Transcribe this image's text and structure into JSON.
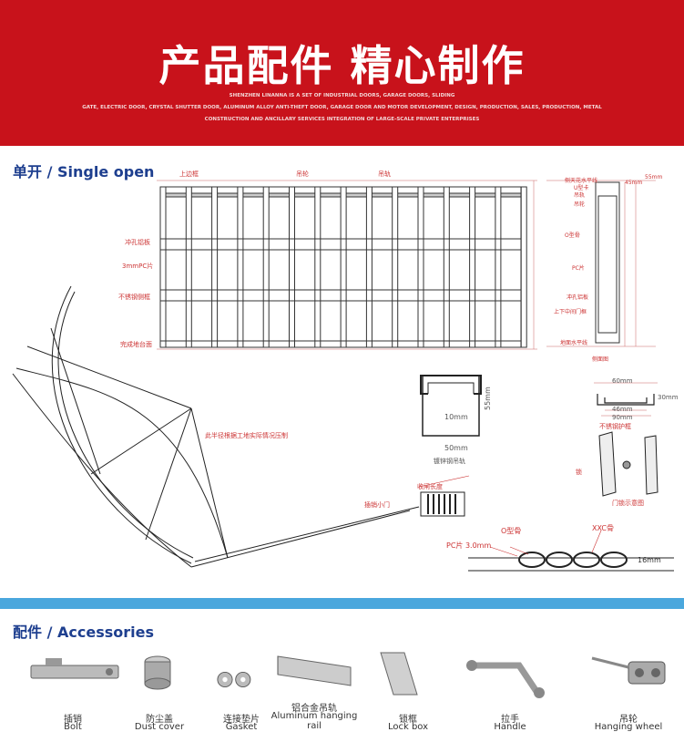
{
  "banner": {
    "title": "产品配件 精心制作",
    "sub1": "SHENZHEN LINANNA IS A SET OF INDUSTRIAL DOORS, GARAGE DOORS, SLIDING",
    "sub2": "GATE, ELECTRIC DOOR, CRYSTAL SHUTTER DOOR, ALUMINUM ALLOY ANTI-THEFT DOOR, GARAGE DOOR AND MOTOR DEVELOPMENT, DESIGN, PRODUCTION, SALES, PRODUCTION, METAL",
    "sub3": "CONSTRUCTION AND ANCILLARY SERVICES INTEGRATION OF LARGE-SCALE PRIVATE ENTERPRISES",
    "color": "#c8121b"
  },
  "single_open": {
    "title": "单开 / Single open",
    "labels": {
      "top_frame": "上边框",
      "hanging_wheel": "吊轮",
      "hanging_rail": "吊轨",
      "punched_panel": "冲孔铝板",
      "pc_sheet_3mm": "3mmPC片",
      "stainless_frame": "不锈钢侧框",
      "bottom_frame": "完成地台面",
      "side_top": "侧天花水平线",
      "u_card": "U型卡",
      "rail": "吊轨",
      "wheel": "吊轮",
      "o_bone": "O型骨",
      "pc_piece": "PC片",
      "punched_aluminium": "冲孔铝板",
      "middle_frame": "上下中间门框",
      "ground_line": "地面水平线",
      "side_view": "侧面图",
      "dim_55": "55mm",
      "dim_45": "45mm",
      "radius_note": "此半径根据工地实际情况压制",
      "open_length": "收闸长度",
      "latch": "插销小门",
      "rail_10mm": "10mm",
      "rail_50mm": "50mm",
      "rail_55mm": "55mm",
      "rail_caption": "镀锌钢吊轨",
      "dim_60": "60mm",
      "dim_46": "46mm",
      "dim_90": "90mm",
      "dim_30": "30mm",
      "ss_frame": "不锈钢护框",
      "lock": "锁",
      "door_lock_caption": "门锁示意图",
      "o_type": "O型骨",
      "xxc_type": "XXC骨",
      "pc_3mm": "PC片 3.0mm",
      "dim_16": "16mm"
    }
  },
  "accessories": {
    "title": "配件 / Accessories",
    "items": [
      {
        "cn": "插销",
        "en": "Bolt",
        "icon": "bolt-icon"
      },
      {
        "cn": "防尘盖",
        "en": "Dust cover",
        "icon": "dust-cover-icon"
      },
      {
        "cn": "连接垫片",
        "en": "Gasket",
        "icon": "gasket-icon"
      },
      {
        "cn": "铝合金吊轨",
        "en": "Aluminum hanging rail",
        "icon": "rail-icon"
      },
      {
        "cn": "锁框",
        "en": "Lock box",
        "icon": "lock-box-icon"
      },
      {
        "cn": "拉手",
        "en": "Handle",
        "icon": "handle-icon"
      },
      {
        "cn": "吊轮",
        "en": "Hanging wheel",
        "icon": "wheel-icon"
      }
    ]
  }
}
